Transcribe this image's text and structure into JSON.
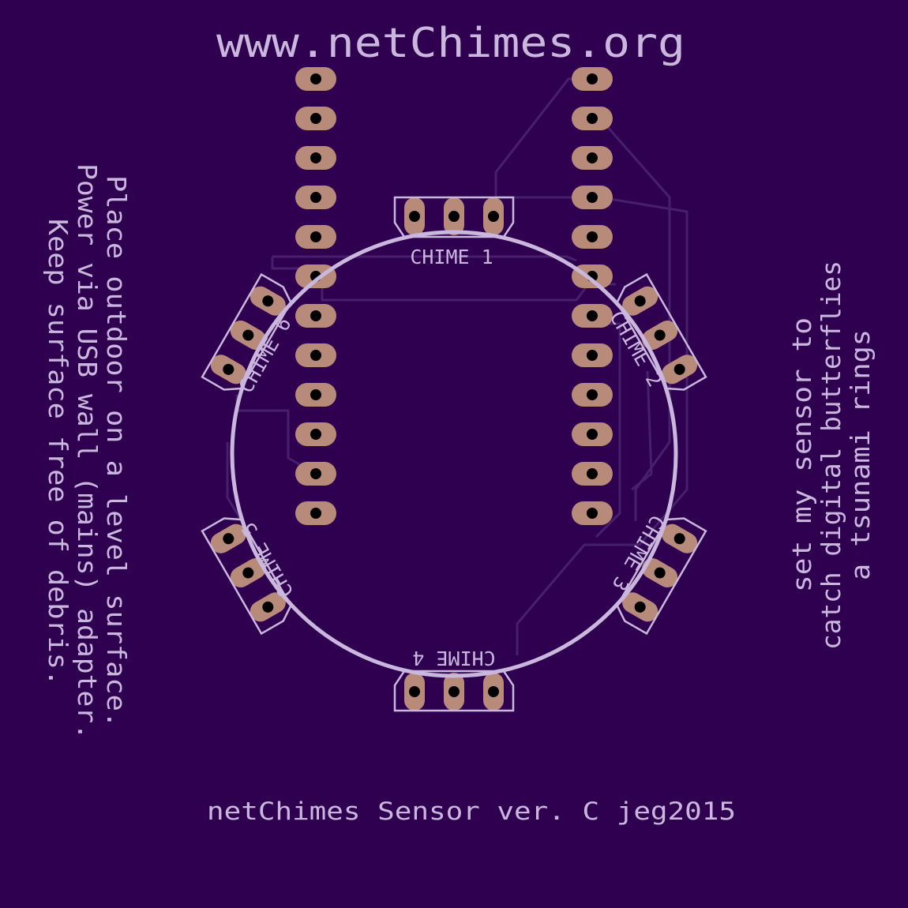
{
  "colors": {
    "board": "#2f004f",
    "trace": "#46206a",
    "silkscreen": "#c9b7dd",
    "pad": "#b88a7a",
    "drill": "#000000"
  },
  "board": {
    "url": "www.netChimes.org",
    "version": "netChimes Sensor ver. C jeg2015",
    "instructions": {
      "line1": "Place outdoor on a level surface.",
      "line2": "Power via USB wall (mains) adapter.",
      "line3": "Keep surface free of debris."
    },
    "tagline": {
      "line1": "set my sensor to",
      "line2": "catch digital butterflies",
      "line3": "a tsunami rings"
    },
    "chimes": {
      "c1": "CHIME 1",
      "c2": "CHIME 2",
      "c3": "CHIME 3",
      "c4": "CHIME 4",
      "c5": "CHIME 5",
      "c6": "CHIME 6"
    }
  }
}
